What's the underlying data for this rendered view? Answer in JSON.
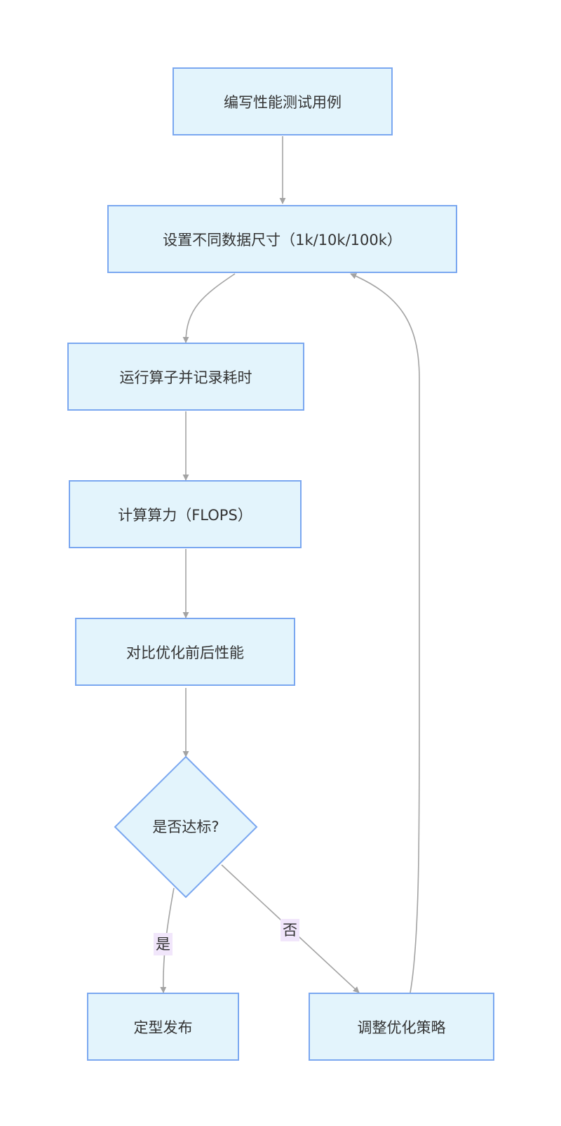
{
  "nodes": {
    "write_tests": "编写性能测试用例",
    "set_sizes": "设置不同数据尺寸（1k/10k/100k）",
    "run_op": "运行算子并记录耗时",
    "calc_flops": "计算算力（FLOPS）",
    "compare": "对比优化前后性能",
    "decision": "是否达标?",
    "finalize": "定型发布",
    "adjust": "调整优化策略"
  },
  "edge_labels": {
    "yes": "是",
    "no": "否"
  },
  "colors": {
    "node_fill": "#e3f4fc",
    "node_border": "#7aa7f0",
    "edge": "#a3a3a3",
    "label_bg": "#f1e6fb"
  }
}
